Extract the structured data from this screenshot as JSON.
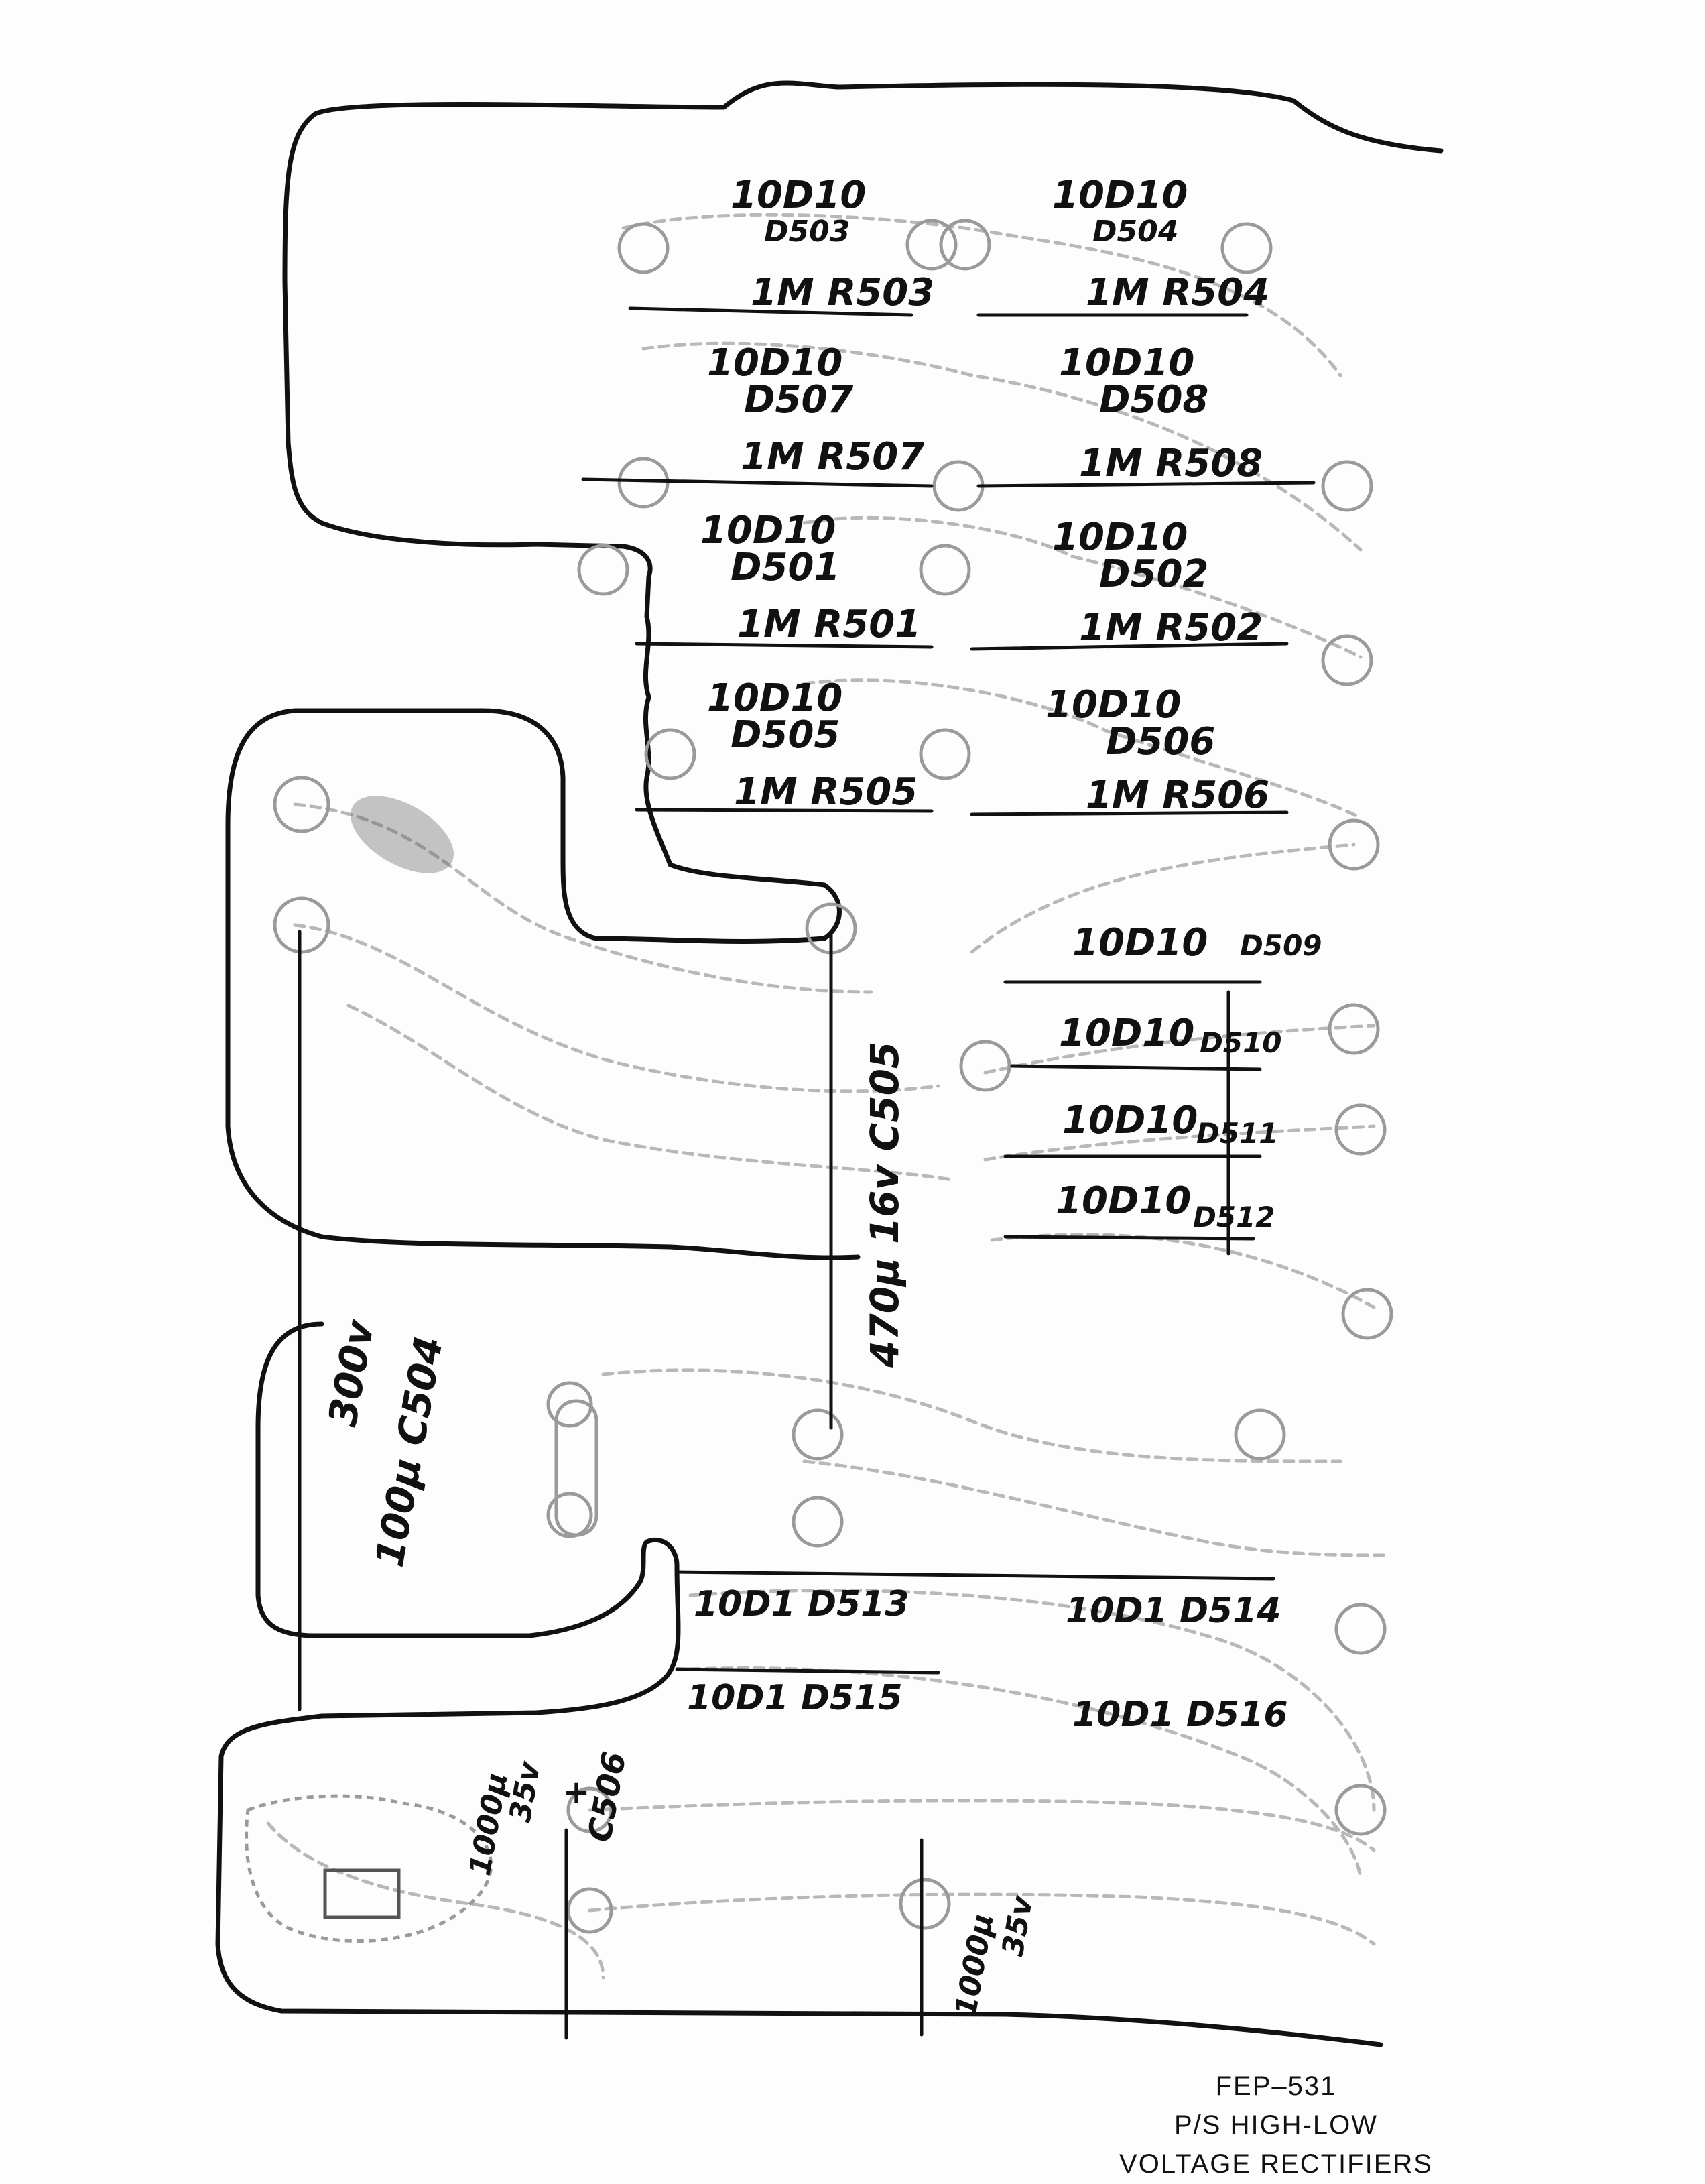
{
  "title_block": {
    "drawing_number": "FEP–531",
    "line2": "P/S HIGH-LOW",
    "line3": "VOLTAGE RECTIFIERS"
  },
  "diode_pairs": [
    {
      "type_left": "10D10",
      "ref_left": "D503",
      "res_left": "1M R503",
      "type_right": "10D10",
      "ref_right": "D504",
      "res_right": "1M R504"
    },
    {
      "type_left": "10D10",
      "ref_left": "D507",
      "res_left": "1M R507",
      "type_right": "10D10",
      "ref_right": "D508",
      "res_right": "1M R508"
    },
    {
      "type_left": "10D10",
      "ref_left": "D501",
      "res_left": "1M R501",
      "type_right": "10D10",
      "ref_right": "D502",
      "res_right": "1M R502"
    },
    {
      "type_left": "10D10",
      "ref_left": "D505",
      "res_left": "1M R505",
      "type_right": "10D10",
      "ref_right": "D506",
      "res_right": "1M R506"
    }
  ],
  "diode_column": [
    {
      "type": "10D10",
      "ref": "D509"
    },
    {
      "type": "10D10",
      "ref": "D510"
    },
    {
      "type": "10D10",
      "ref": "D511"
    },
    {
      "type": "10D10",
      "ref": "D512"
    }
  ],
  "low_diodes": [
    {
      "label": "10D1 D513"
    },
    {
      "label": "10D1 D514"
    },
    {
      "label": "10D1 D515"
    },
    {
      "label": "10D1 D516"
    }
  ],
  "capacitors": {
    "c505": "470μ 16v C505",
    "c504_voltage": "300v",
    "c504_value": "100μ C504",
    "c506_value": "1000μ",
    "c506_voltage": "35v",
    "c506_ref": "C506",
    "c506_polarity": "+",
    "c507_value": "1000μ",
    "c507_voltage": "35v"
  }
}
